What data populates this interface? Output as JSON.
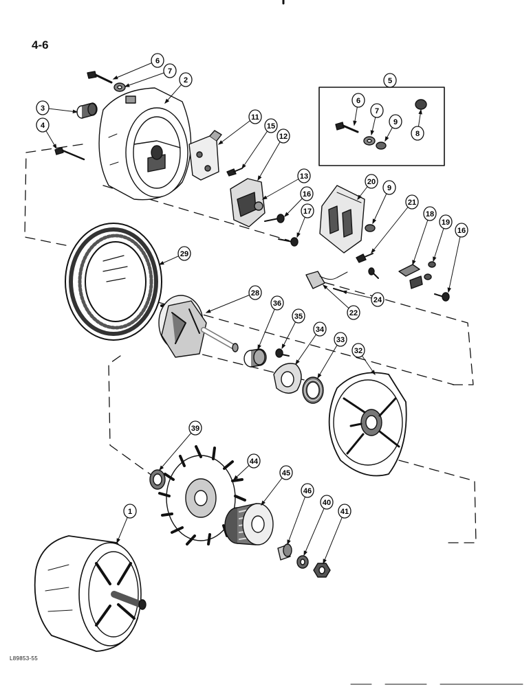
{
  "page": {
    "page_number": "4-6",
    "drawing_id": "L89853-55"
  },
  "callouts": [
    {
      "id": "c6a",
      "label": "6"
    },
    {
      "id": "c7a",
      "label": "7"
    },
    {
      "id": "c2",
      "label": "2"
    },
    {
      "id": "c3",
      "label": "3"
    },
    {
      "id": "c4",
      "label": "4"
    },
    {
      "id": "c11",
      "label": "11"
    },
    {
      "id": "c15",
      "label": "15"
    },
    {
      "id": "c12",
      "label": "12"
    },
    {
      "id": "c13",
      "label": "13"
    },
    {
      "id": "c16a",
      "label": "16"
    },
    {
      "id": "c17",
      "label": "17"
    },
    {
      "id": "c5",
      "label": "5"
    },
    {
      "id": "c6b",
      "label": "6"
    },
    {
      "id": "c7b",
      "label": "7"
    },
    {
      "id": "c9a",
      "label": "9"
    },
    {
      "id": "c8",
      "label": "8"
    },
    {
      "id": "c20",
      "label": "20"
    },
    {
      "id": "c9b",
      "label": "9"
    },
    {
      "id": "c21",
      "label": "21"
    },
    {
      "id": "c18",
      "label": "18"
    },
    {
      "id": "c19",
      "label": "19"
    },
    {
      "id": "c16b",
      "label": "16"
    },
    {
      "id": "c24",
      "label": "24"
    },
    {
      "id": "c22",
      "label": "22"
    },
    {
      "id": "c29",
      "label": "29"
    },
    {
      "id": "c28",
      "label": "28"
    },
    {
      "id": "c36",
      "label": "36"
    },
    {
      "id": "c35",
      "label": "35"
    },
    {
      "id": "c34",
      "label": "34"
    },
    {
      "id": "c33",
      "label": "33"
    },
    {
      "id": "c32",
      "label": "32"
    },
    {
      "id": "c39",
      "label": "39"
    },
    {
      "id": "c44",
      "label": "44"
    },
    {
      "id": "c45",
      "label": "45"
    },
    {
      "id": "c46",
      "label": "46"
    },
    {
      "id": "c40",
      "label": "40"
    },
    {
      "id": "c41",
      "label": "41"
    },
    {
      "id": "c1",
      "label": "1"
    }
  ]
}
